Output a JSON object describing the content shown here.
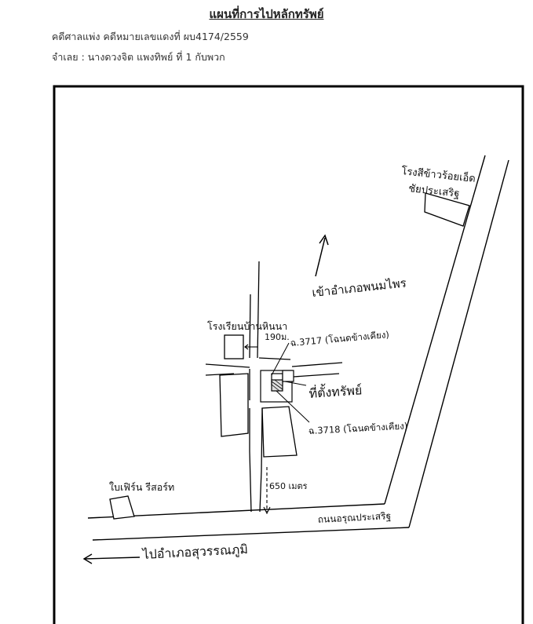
{
  "header": {
    "title": "แผนที่การไปหลักทรัพย์",
    "case_line": "คดีศาลแพ่ง คดีหมายเลขแดงที่ ผบ4174/2559",
    "defendant_line": "จำเลย : นางดวงจิต แพงทิพย์ ที่ 1 กับพวก"
  },
  "map": {
    "labels": {
      "rice_mill": "โรงสีข้าวร้อยเอ็ด",
      "rice_mill_2": "ชัยประเสริฐ",
      "to_phanom_phrai": "เข้าอำเภอพนมไพร",
      "school": "โรงเรียนบ้านหินนา",
      "distance_190": "190ม.",
      "plot_3717": "ฉ.3717 (โฉนดข้างเคียง)",
      "property_location": "ที่ตั้งทรัพย์",
      "plot_3718": "ฉ.3718 (โฉนดข้างเคียง)",
      "resort": "ใบเฟิร์น รีสอร์ท",
      "distance_650": "650 เมตร",
      "road_name": "ถนนอรุณประเสริฐ",
      "to_suwannaphum": "ไปอำเภอสุวรรณภูมิ"
    }
  }
}
